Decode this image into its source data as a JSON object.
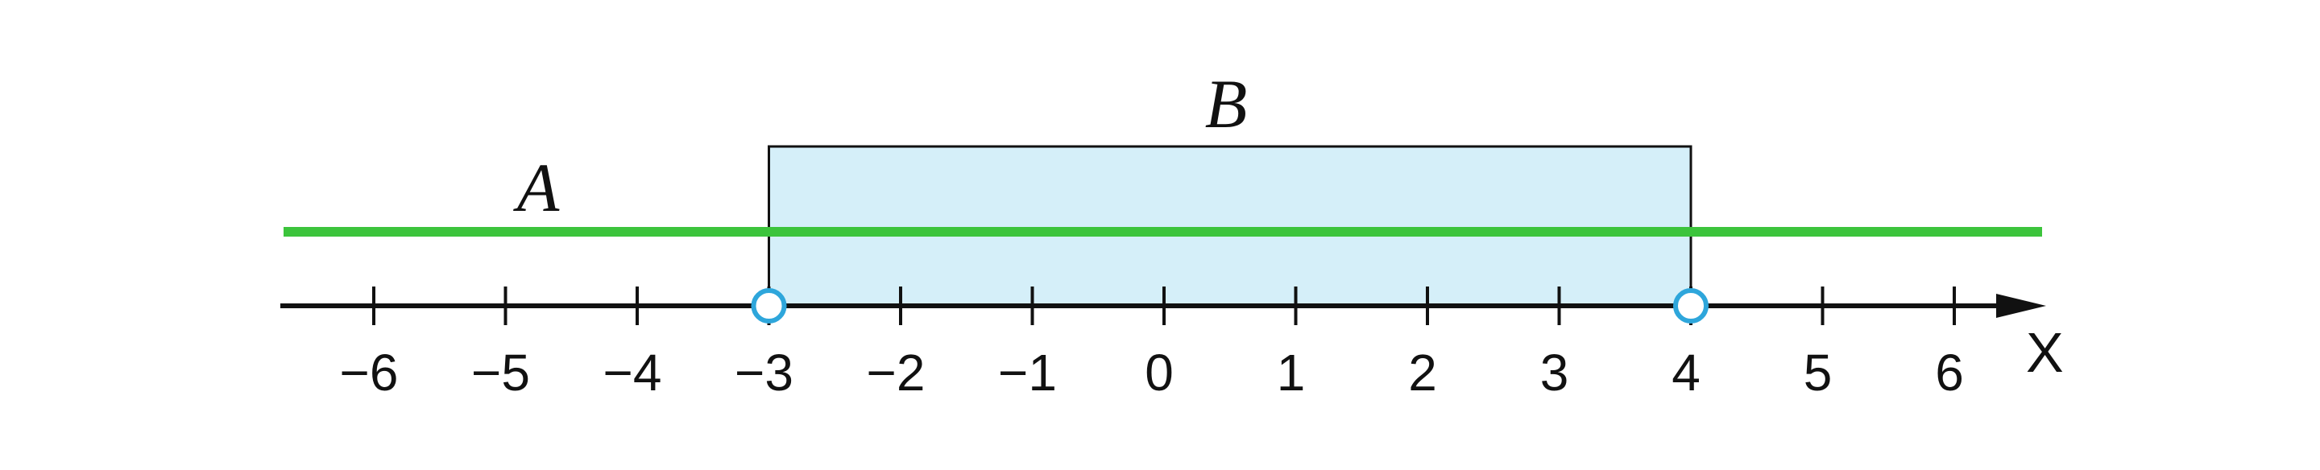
{
  "diagram": {
    "axis": {
      "label": "X",
      "ticks": [
        {
          "value": -6,
          "label": "−6"
        },
        {
          "value": -5,
          "label": "−5"
        },
        {
          "value": -4,
          "label": "−4"
        },
        {
          "value": -3,
          "label": "−3"
        },
        {
          "value": -2,
          "label": "−2"
        },
        {
          "value": -1,
          "label": "−1"
        },
        {
          "value": 0,
          "label": "0"
        },
        {
          "value": 1,
          "label": "1"
        },
        {
          "value": 2,
          "label": "2"
        },
        {
          "value": 3,
          "label": "3"
        },
        {
          "value": 4,
          "label": "4"
        },
        {
          "value": 5,
          "label": "5"
        },
        {
          "value": 6,
          "label": "6"
        }
      ]
    },
    "set_a": {
      "label": "A",
      "description_values": {
        "from": "-inf",
        "to": "+inf"
      },
      "color": "#3cc43c"
    },
    "set_b": {
      "label": "B",
      "from": -3,
      "to": 4,
      "left_open": true,
      "right_open": true,
      "fill_color": "#d5eff9",
      "endpoint_color": "#2ea6db"
    }
  }
}
